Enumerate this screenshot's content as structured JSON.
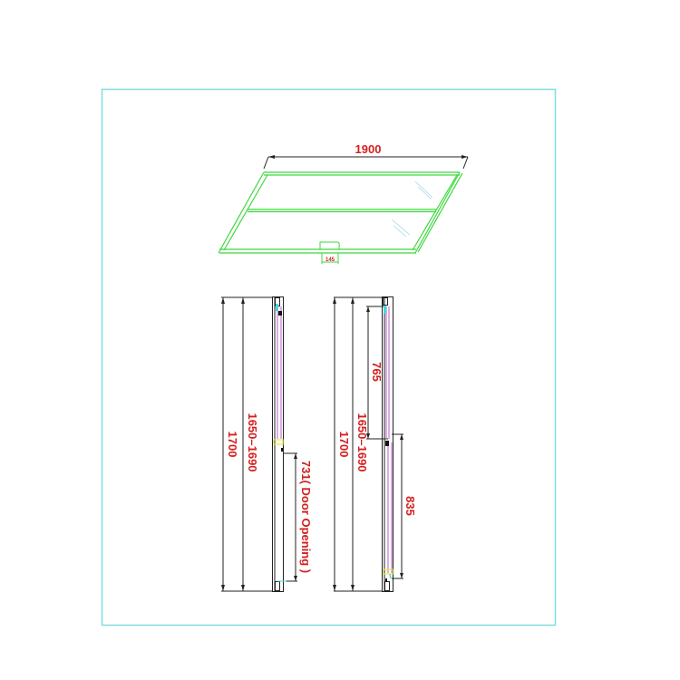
{
  "drawing": {
    "frame_color": "#7fdede",
    "dimension_text_color": "#d42020",
    "profile_color": "#3fd83f",
    "glass_color": "#b45cc8",
    "top_view": {
      "width_label": "1900",
      "handle_label": "145"
    },
    "left_elevation": {
      "total_height_label": "1700",
      "adjustable_height_label": "1650–1690",
      "door_opening_label": "731( Door Opening )"
    },
    "right_elevation": {
      "total_height_label": "1700",
      "adjustable_height_label": "1650–1690",
      "upper_panel_label": "765",
      "lower_panel_label": "835"
    }
  }
}
